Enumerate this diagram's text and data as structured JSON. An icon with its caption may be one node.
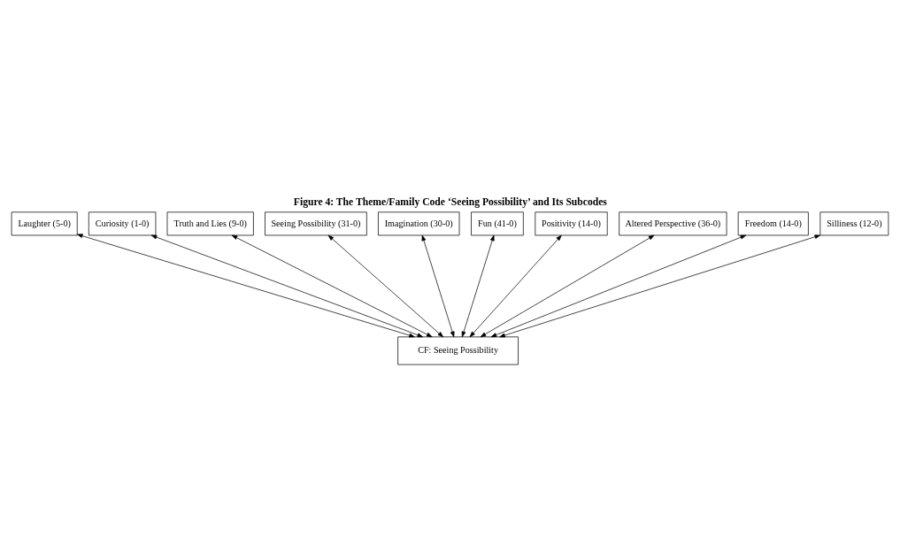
{
  "diagram": {
    "title": "Figure 4: The Theme/Family Code ‘Seeing Possibility’ and Its Subcodes",
    "nodes": [
      {
        "text": [
          "Fun (41-0)"
        ]
      },
      {
        "text": [
          "Imagination (30-0)"
        ]
      },
      {
        "text": [
          "Positivity (14-0)"
        ]
      },
      {
        "text": [
          "Seeing Possibility (31-0)"
        ]
      },
      {
        "text": [
          "Truth and Lies (9-0)"
        ]
      },
      {
        "text": [
          "Altered Perspective (36-0)"
        ]
      },
      {
        "text": [
          "Curiosity (1-0)"
        ]
      },
      {
        "text": [
          "Freedom (14-0)"
        ]
      },
      {
        "text": [
          "Laughter (5-0)"
        ]
      },
      {
        "text": [
          "Silliness (12-0)"
        ]
      },
      {
        "text": [
          "CF: Seeing Possibility"
        ]
      }
    ],
    "edges": [
      {
        "from": 10,
        "to": 8,
        "arrow": "both"
      },
      {
        "from": 10,
        "to": 6,
        "arrow": "both"
      },
      {
        "from": 10,
        "to": 4,
        "arrow": "both"
      },
      {
        "from": 10,
        "to": 3,
        "arrow": "both"
      },
      {
        "from": 10,
        "to": 1,
        "arrow": "both"
      },
      {
        "from": 10,
        "to": 0,
        "arrow": "both"
      },
      {
        "from": 10,
        "to": 2,
        "arrow": "both"
      },
      {
        "from": 10,
        "to": 5,
        "arrow": "both"
      },
      {
        "from": 10,
        "to": 7,
        "arrow": "both"
      },
      {
        "from": 10,
        "to": 9,
        "arrow": "both"
      }
    ]
  }
}
